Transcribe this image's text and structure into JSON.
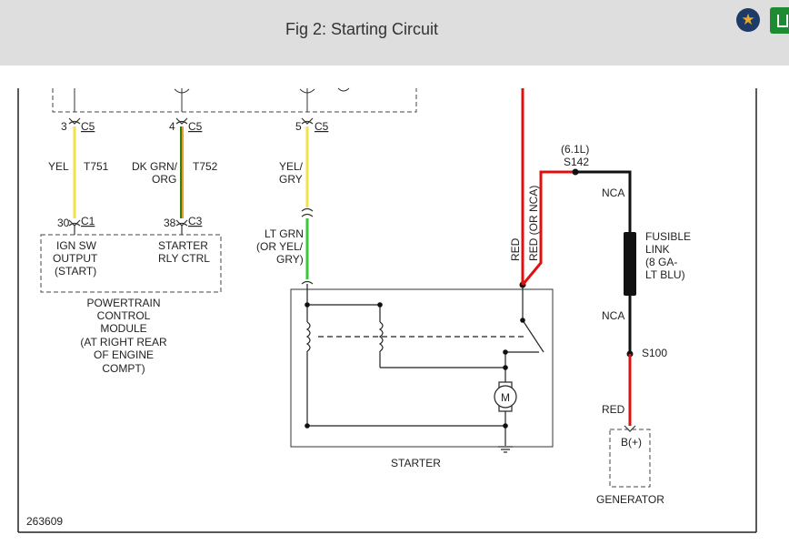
{
  "header": {
    "title": "Fig 2: Starting Circuit"
  },
  "buttons": {
    "favorite_icon": "star-icon",
    "save_icon": "download-icon"
  },
  "colors": {
    "yel": "#f0e24a",
    "dk_grn": "#2e7d20",
    "org": "#e8a020",
    "lt_grn": "#39c83a",
    "red": "#e01010",
    "black": "#111111"
  },
  "pins": {
    "c5_a_num": "3",
    "c5_a_conn": "C5",
    "c5_b_num": "4",
    "c5_b_conn": "C5",
    "c5_c_num": "5",
    "c5_c_conn": "C5",
    "c1_num": "30",
    "c1_conn": "C1",
    "c3_num": "38",
    "c3_conn": "C3"
  },
  "wires": {
    "yel": "YEL",
    "t751": "T751",
    "dkgrn_1": "DK GRN/",
    "dkgrn_2": "ORG",
    "t752": "T752",
    "yelgry_1": "YEL/",
    "yelgry_2": "GRY",
    "ltgrn_1": "LT GRN",
    "ltgrn_2": "(OR YEL/",
    "ltgrn_3": "GRY)",
    "red_left": "RED",
    "red_or_nca": "RED (OR NCA)",
    "s142_1": "(6.1L)",
    "s142_2": "S142",
    "nca_top": "NCA",
    "nca_bottom": "NCA",
    "fusible_1": "FUSIBLE",
    "fusible_2": "LINK",
    "fusible_3": "(8 GA-",
    "fusible_4": "LT BLU)",
    "s100": "S100",
    "red_bottom": "RED"
  },
  "pcm": {
    "ign_1": "IGN SW",
    "ign_2": "OUTPUT",
    "ign_3": "(START)",
    "st_1": "STARTER",
    "st_2": "RLY CTRL",
    "name_1": "POWERTRAIN",
    "name_2": "CONTROL",
    "name_3": "MODULE",
    "name_4": "(AT RIGHT REAR",
    "name_5": "OF ENGINE",
    "name_6": "COMPT)"
  },
  "starter": {
    "label": "STARTER",
    "motor": "M"
  },
  "generator": {
    "terminal": "B(+)",
    "label": "GENERATOR"
  },
  "figure_id": "263609"
}
